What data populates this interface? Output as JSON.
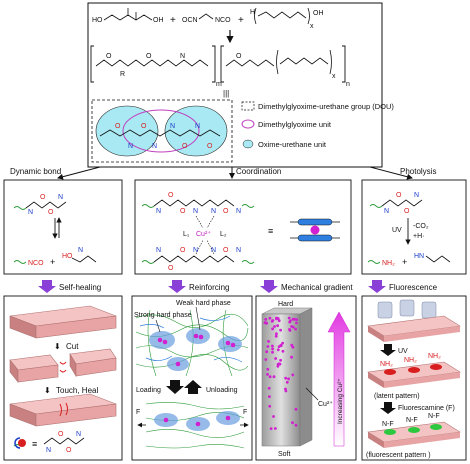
{
  "colors": {
    "purple_arrow": "#8a3fd6",
    "cyan_oval": "#a9e9f3",
    "magenta_ring": "#c040c0",
    "pink_block": "#e8a4a4",
    "red_atom": "#d81e1e",
    "blue_atom": "#1a3cc8",
    "magenta_dot": "#d020d0",
    "green_dot": "#2ec840"
  },
  "top": {
    "chem_r": "R",
    "chem_m": "m",
    "chem_n": "n",
    "chem_x": "x",
    "chem_x2": "x",
    "chem_oh": "OH",
    "chem_oh2": "HO",
    "chem_ocn": "OCN",
    "chem_nco": "NCO",
    "chem_h": "H",
    "plus1": "+",
    "plus2": "+",
    "equiv": "|||",
    "legend_dou": "Dimethylglyoxime-urethane group (DOU)",
    "legend_dimethyl": "Dimethylglyoxime unit",
    "legend_oxime": "Oxime-urethane unit"
  },
  "branches": {
    "dynamic": "Dynamic bond",
    "coordination": "Coordination",
    "photolysis": "Photolysis"
  },
  "mid": {
    "nco": "NCO",
    "ho": "HO",
    "n": "N",
    "l1": "L₁",
    "l2": "L₂",
    "cu": "Cu²⁺",
    "uv": "UV",
    "co2": "-CO₂",
    "h_plus": "+H·",
    "nh2": "NH₂",
    "hn": "HN",
    "plus": "+"
  },
  "bottom": {
    "self_healing": "Self-healing",
    "reinforcing": "Reinforcing",
    "mechanical_gradient": "Mechanical gradient",
    "fluorescence": "Fluorescence",
    "cut": "Cut",
    "touch_heal": "Touch, Heal",
    "weak_hard_phase": "Weak hard phase",
    "strong_hard_phase": "Strong hard phase",
    "loading": "Loading",
    "unloading": "Unloading",
    "f1": "F",
    "f2": "F",
    "hard": "Hard",
    "soft": "Soft",
    "cu_side": "Cu²⁺",
    "increasing_cu": "Increasing Cu²⁺",
    "uv": "UV",
    "nh2_a": "NH₂",
    "nh2_b": "NH₂",
    "nh2_c": "NH₂",
    "latent": "(latent pattern)",
    "fluorescamine": "Fluorescamine (F)",
    "nf_a": "N-F",
    "nf_b": "N-F",
    "nf_c": "N-F",
    "fluorescent": "(fluorescent pattern )"
  }
}
